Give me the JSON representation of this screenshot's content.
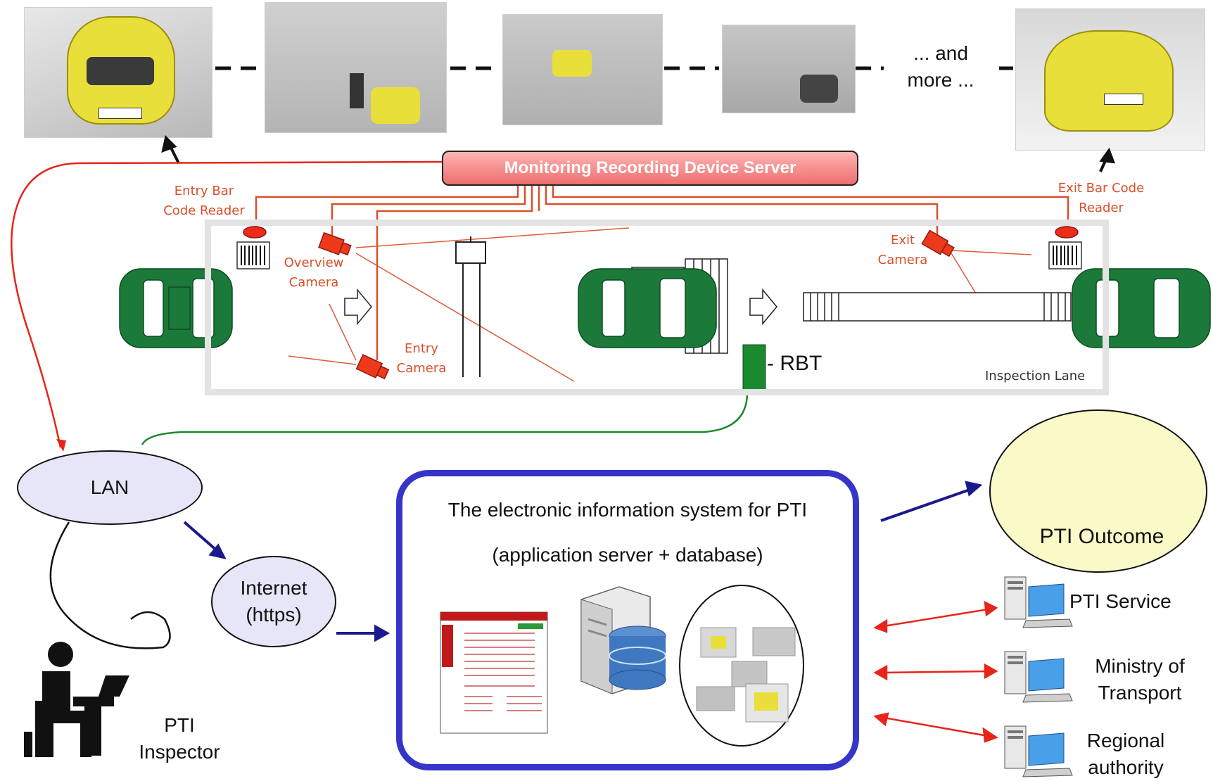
{
  "top_strip": {
    "more_text_line1": "... and",
    "more_text_line2": "more ..."
  },
  "server": {
    "label": "Monitoring Recording Device Server"
  },
  "lane": {
    "entry_reader_line1": "Entry Bar",
    "entry_reader_line2": "Code Reader",
    "exit_reader_line1": "Exit Bar Code",
    "exit_reader_line2": "Reader",
    "overview_camera_line1": "Overview",
    "overview_camera_line2": "Camera",
    "entry_camera_line1": "Entry",
    "entry_camera_line2": "Camera",
    "exit_camera_line1": "Exit",
    "exit_camera_line2": "Camera",
    "rbt_label": "- RBT",
    "lane_label": "Inspection Lane"
  },
  "network": {
    "lan_label": "LAN",
    "internet_line1": "Internet",
    "internet_line2": "(https)",
    "inspector_line1": "PTI",
    "inspector_line2": "Inspector"
  },
  "eis": {
    "title": "The electronic information system for PTI",
    "subtitle": "(application server + database)"
  },
  "outcome": {
    "label": "PTI Outcome"
  },
  "endpoints": {
    "service": "PTI Service",
    "ministry_line1": "Ministry of",
    "ministry_line2": "Transport",
    "regional_line1": "Regional",
    "regional_line2": "authority"
  },
  "colors": {
    "red_line": "#e8241a",
    "orange_line": "#d8502a",
    "green_car": "#1b7a3a",
    "blue_arrow": "#1a1a8c",
    "eis_border": "#3535c7"
  }
}
